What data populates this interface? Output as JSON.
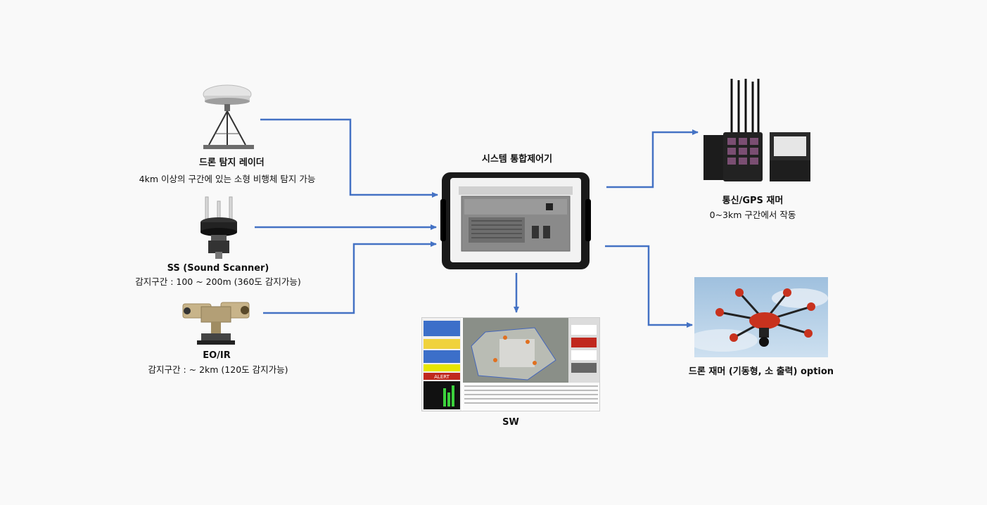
{
  "colors": {
    "arrow": "#4472c4",
    "background": "#f9f9f9"
  },
  "radar": {
    "title": "드론 탐지 레이더",
    "desc": "4km 이상의 구간에 있는 소형 비행체 탐지 가능",
    "icon": "radar-dome-icon"
  },
  "sound_scanner": {
    "title": "SS (Sound Scanner)",
    "desc": "감지구간 : 100 ~ 200m (360도 감지가능)",
    "icon": "sound-scanner-icon"
  },
  "eoir": {
    "title": "EO/IR",
    "desc": "감지구간 : ~ 2km (120도 감지가능)",
    "icon": "eoir-camera-icon"
  },
  "controller": {
    "title": "시스템 통합제어기",
    "icon": "rack-case-icon"
  },
  "jammer": {
    "title": "통신/GPS 재머",
    "desc": "0~3km 구간에서 작동",
    "icon": "jammer-case-icon"
  },
  "drone_jammer": {
    "title": "드론 재머 (기동형, 소 출력) option",
    "icon": "drone-icon"
  },
  "sw": {
    "title": "SW",
    "icon": "software-screen-icon",
    "alert_text": "ALERT"
  }
}
